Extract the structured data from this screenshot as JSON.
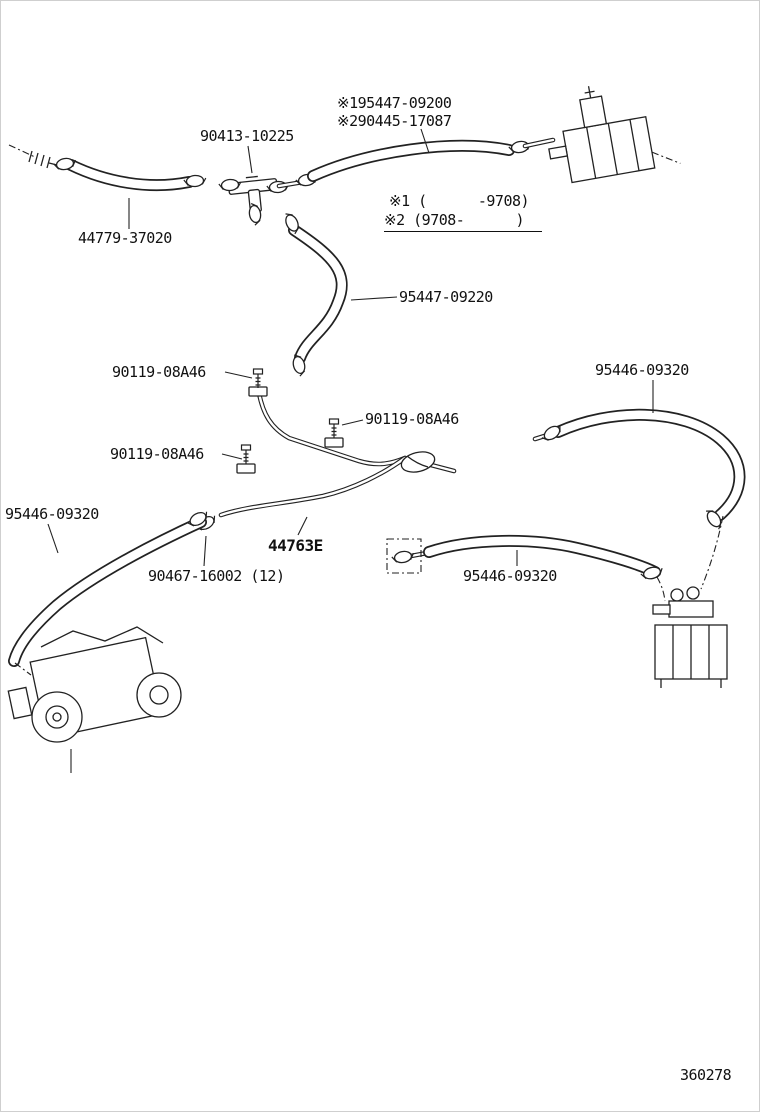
{
  "diagram": {
    "number": "360278",
    "notes": {
      "note1": "※1 (      -9708)",
      "note2": "※2 (9708-      )"
    },
    "labels": {
      "hose_top_right_ref1": "※195447-09200",
      "hose_top_right_ref2": "※290445-17087",
      "tee_connector": "90413-10225",
      "hose_top_left": "44779-37020",
      "hose_middle": "95447-09220",
      "bolt_1": "90119-08A46",
      "bolt_2": "90119-08A46",
      "bolt_3": "90119-08A46",
      "hose_right": "95446-09320",
      "hose_left": "95446-09320",
      "hose_bottom": "95446-09320",
      "pipe_assembly": "44763E",
      "clamp": "90467-16002 (12)"
    }
  }
}
